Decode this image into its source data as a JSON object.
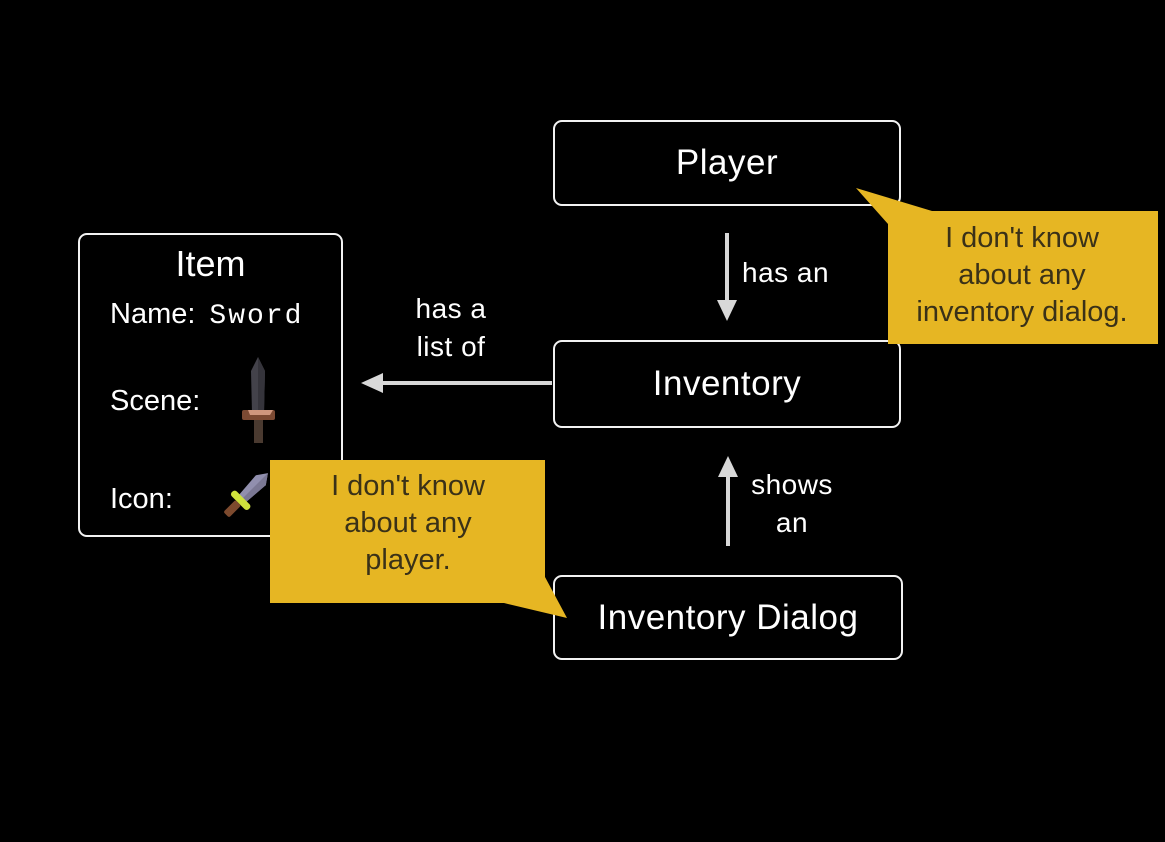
{
  "colors": {
    "background": "#000000",
    "box_border": "#f2f2f2",
    "box_text": "#ffffff",
    "arrow": "#d8d8d8",
    "bubble_bg": "#e6b623",
    "bubble_text": "#3a3118"
  },
  "boxes": {
    "player": {
      "label": "Player"
    },
    "inventory": {
      "label": "Inventory"
    },
    "inventory_dialog": {
      "label": "Inventory Dialog"
    }
  },
  "item_card": {
    "title": "Item",
    "name_label": "Name:",
    "name_value": "Sword",
    "scene_label": "Scene:",
    "icon_label": "Icon:",
    "scene_icon": "dark-sword-icon",
    "icon_icon": "colored-sword-icon"
  },
  "arrows": {
    "player_to_inventory": {
      "label": "has an"
    },
    "inventory_to_item": {
      "line1": "has a",
      "line2": "list of"
    },
    "dialog_to_inventory": {
      "line1": "shows",
      "line2": "an"
    }
  },
  "bubbles": {
    "player_bubble": {
      "lines": [
        "I don't know",
        "about any",
        "inventory dialog."
      ]
    },
    "dialog_bubble": {
      "lines": [
        "I don't know",
        "about any",
        "player."
      ]
    }
  }
}
